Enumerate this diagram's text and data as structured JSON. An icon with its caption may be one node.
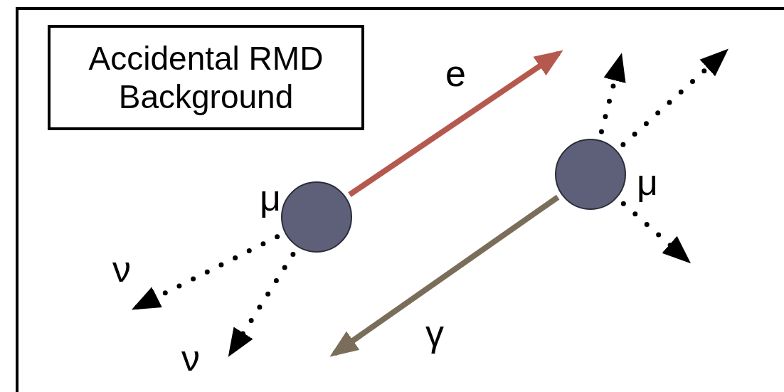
{
  "diagram": {
    "nodes": [
      {
        "text": [
          "Accidental RMD Background"
        ]
      },
      {
        "text": [],
        "shape": "circle",
        "beside": [
          "μ"
        ]
      },
      {
        "text": [],
        "shape": "circle",
        "beside": [
          "μ"
        ]
      }
    ],
    "edges": [
      {
        "from": 1,
        "to": null,
        "arrow": "to",
        "label": "e",
        "color": "#b5594f"
      },
      {
        "from": 2,
        "to": null,
        "arrow": "to",
        "label": "γ",
        "color": "#7a6e5a"
      },
      {
        "from": 1,
        "to": null,
        "arrow": "to",
        "label": "ν",
        "style": "dashed"
      },
      {
        "from": 1,
        "to": null,
        "arrow": "to",
        "label": "ν",
        "style": "dashed"
      },
      {
        "from": 2,
        "to": null,
        "arrow": "to",
        "style": "dashed"
      },
      {
        "from": 2,
        "to": null,
        "arrow": "to",
        "style": "dashed"
      },
      {
        "from": 2,
        "to": null,
        "arrow": "to",
        "style": "dashed"
      }
    ]
  }
}
